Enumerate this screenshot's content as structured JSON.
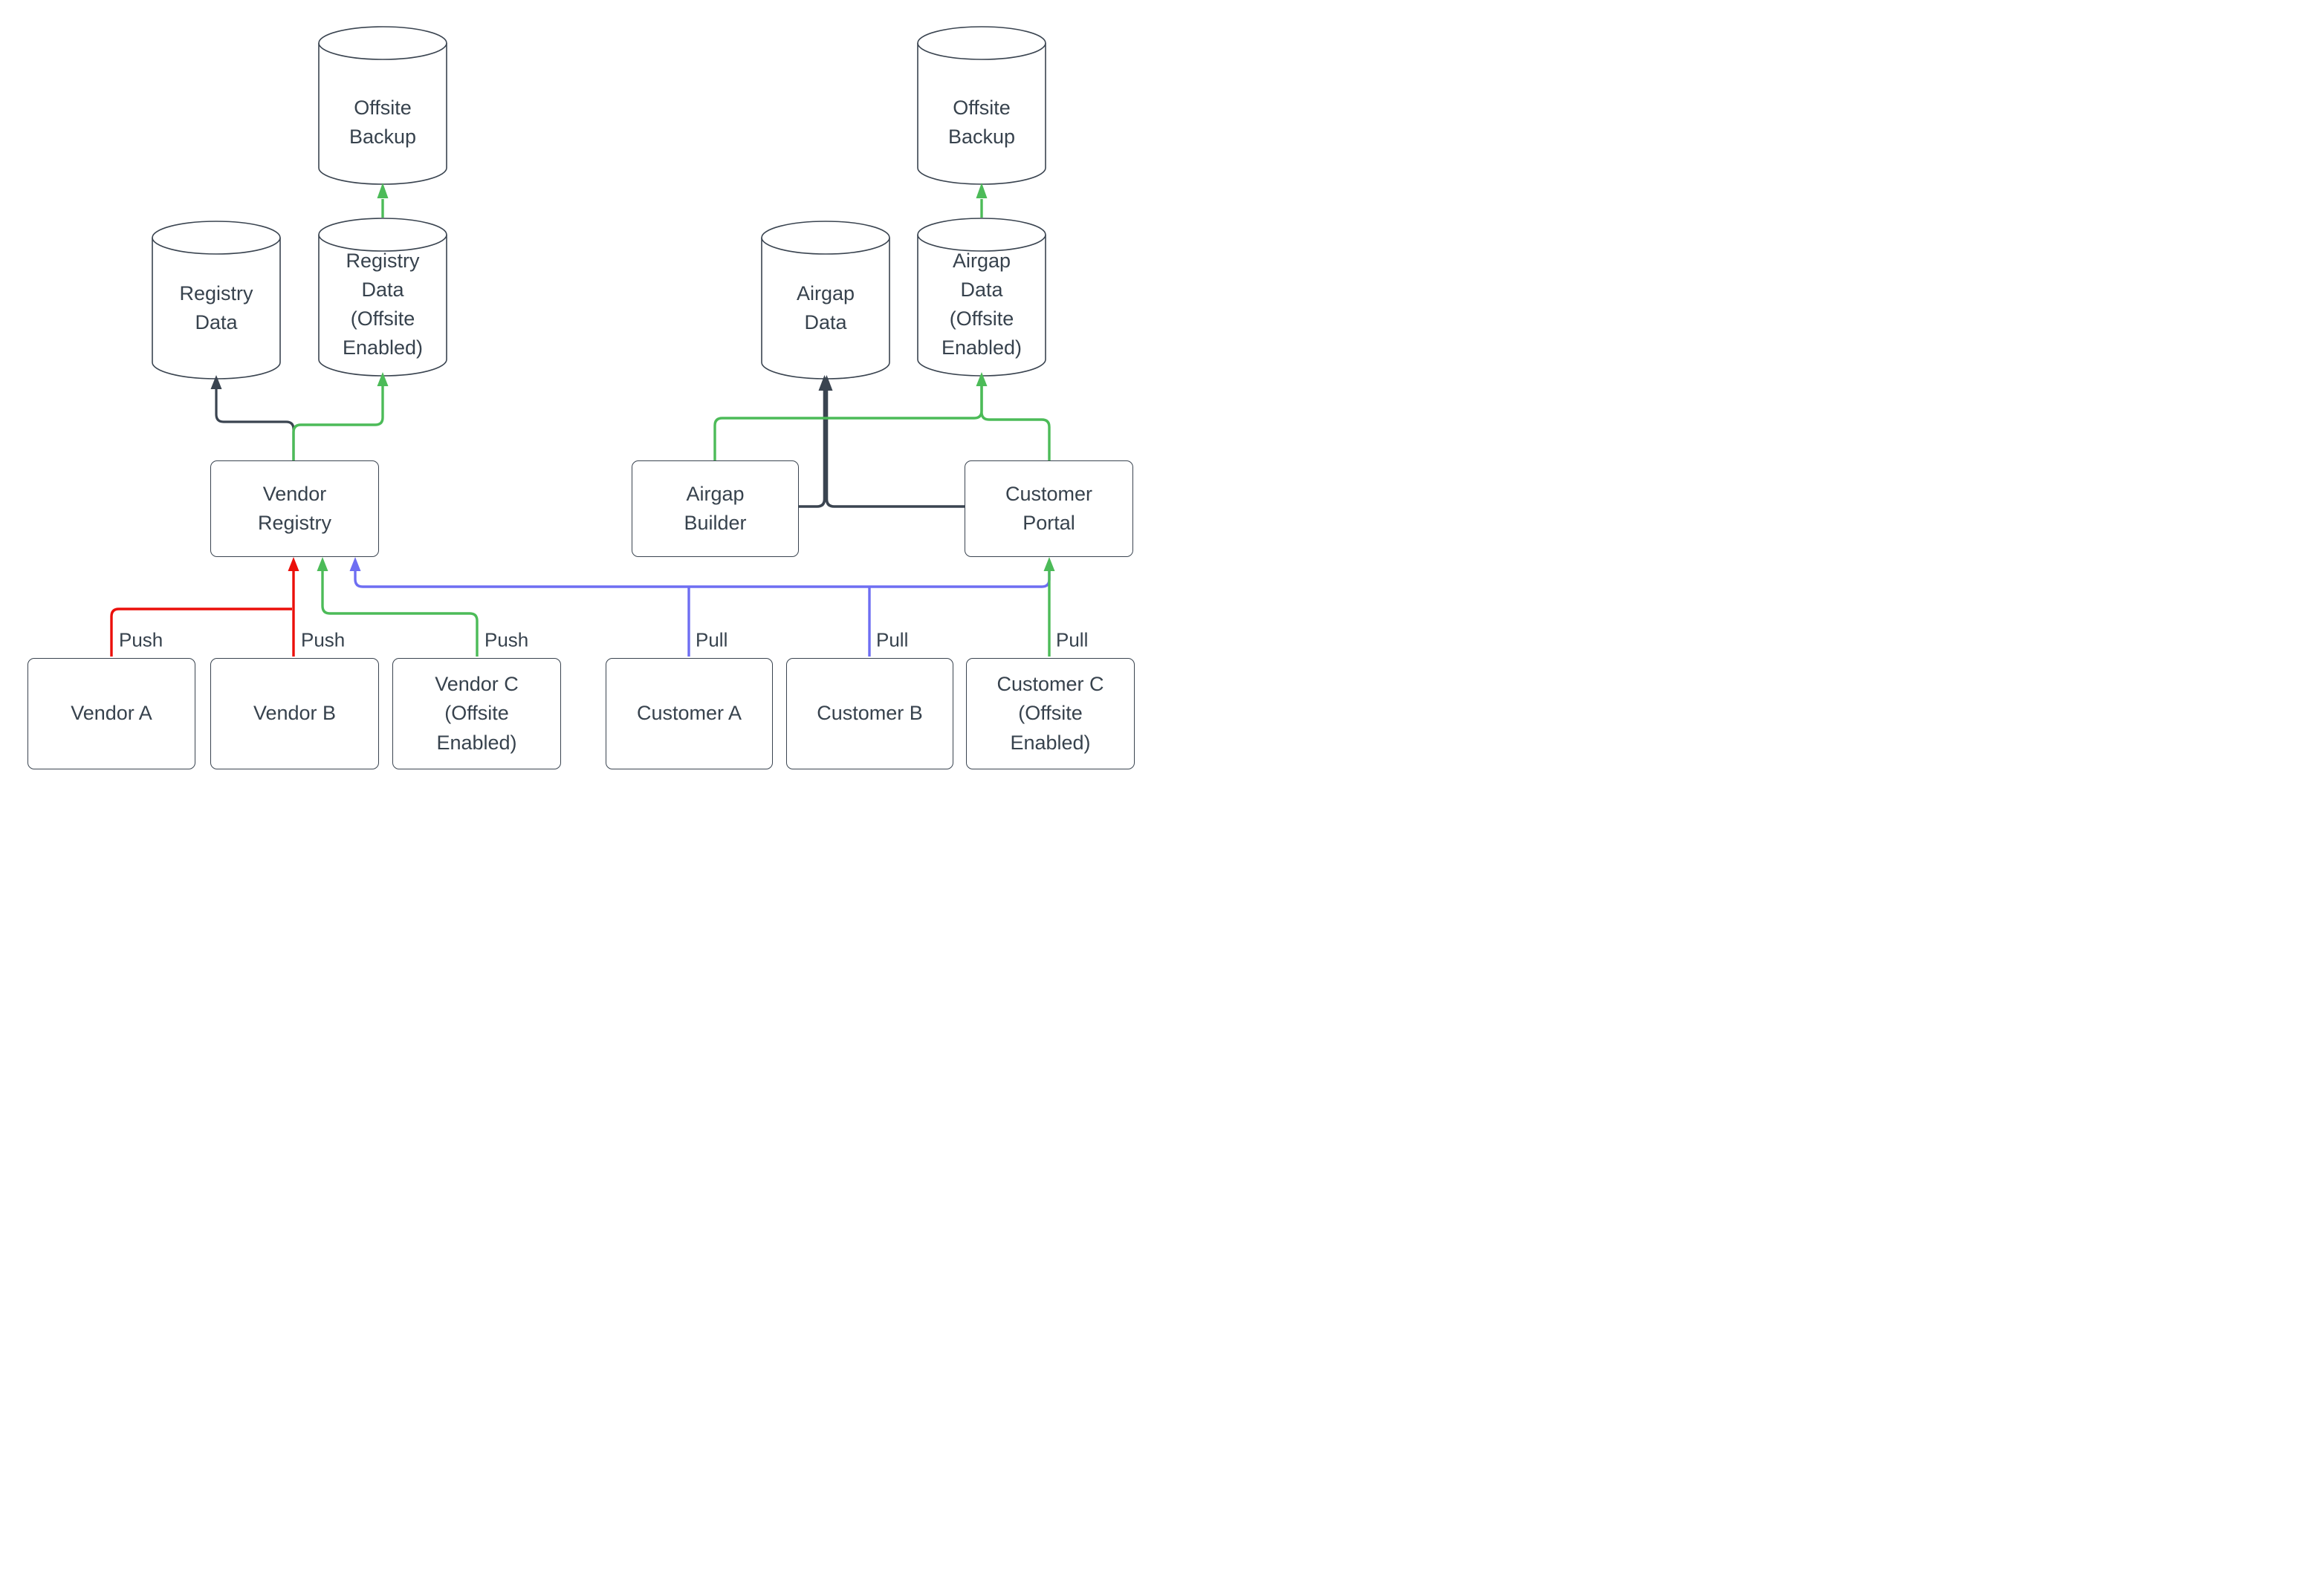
{
  "diagram": {
    "type": "flow-diagram",
    "colors": {
      "background": "#ffffff",
      "node_border": "#3a4450",
      "text": "#37424d",
      "edge_dark": "#3a4450",
      "edge_red": "#eb0f0a",
      "edge_green": "#4cbb58",
      "edge_blue": "#6e6ef2"
    },
    "nodes": {
      "offsite_backup_left": {
        "label": "Offsite\nBackup",
        "shape": "cylinder"
      },
      "registry_data": {
        "label": "Registry\nData",
        "shape": "cylinder"
      },
      "registry_data_offsite": {
        "label": "Registry\nData\n(Offsite\nEnabled)",
        "shape": "cylinder"
      },
      "airgap_data": {
        "label": "Airgap\nData",
        "shape": "cylinder"
      },
      "airgap_data_offsite": {
        "label": "Airgap\nData\n(Offsite\nEnabled)",
        "shape": "cylinder"
      },
      "offsite_backup_right": {
        "label": "Offsite\nBackup",
        "shape": "cylinder"
      },
      "vendor_registry": {
        "label": "Vendor\nRegistry",
        "shape": "rect"
      },
      "airgap_builder": {
        "label": "Airgap\nBuilder",
        "shape": "rect"
      },
      "customer_portal": {
        "label": "Customer\nPortal",
        "shape": "rect"
      },
      "vendor_a": {
        "label": "Vendor A",
        "shape": "rect"
      },
      "vendor_b": {
        "label": "Vendor B",
        "shape": "rect"
      },
      "vendor_c": {
        "label": "Vendor C\n(Offsite\nEnabled)",
        "shape": "rect"
      },
      "customer_a": {
        "label": "Customer A",
        "shape": "rect"
      },
      "customer_b": {
        "label": "Customer B",
        "shape": "rect"
      },
      "customer_c": {
        "label": "Customer C\n(Offsite\nEnabled)",
        "shape": "rect"
      }
    },
    "edge_labels": {
      "push_vendor_a": "Push",
      "push_vendor_b": "Push",
      "push_vendor_c": "Push",
      "pull_customer_a": "Pull",
      "pull_customer_b": "Pull",
      "pull_customer_c": "Pull"
    },
    "edges": [
      {
        "from": "vendor_registry",
        "to": "registry_data",
        "color": "dark",
        "label": ""
      },
      {
        "from": "vendor_registry",
        "to": "registry_data_offsite",
        "color": "green",
        "label": ""
      },
      {
        "from": "registry_data_offsite",
        "to": "offsite_backup_left",
        "color": "green",
        "label": ""
      },
      {
        "from": "vendor_a",
        "to": "vendor_registry",
        "color": "red",
        "label": "Push"
      },
      {
        "from": "vendor_b",
        "to": "vendor_registry",
        "color": "red",
        "label": "Push"
      },
      {
        "from": "vendor_c",
        "to": "vendor_registry",
        "color": "green",
        "label": "Push"
      },
      {
        "from": "customer_a",
        "to": "vendor_registry",
        "color": "blue",
        "label": "Pull"
      },
      {
        "from": "customer_b",
        "to": "vendor_registry",
        "color": "blue",
        "label": "Pull"
      },
      {
        "from": "customer_portal",
        "to": "vendor_registry",
        "color": "blue",
        "label": ""
      },
      {
        "from": "customer_c",
        "to": "customer_portal",
        "color": "green",
        "label": "Pull"
      },
      {
        "from": "airgap_builder",
        "to": "airgap_data",
        "color": "dark",
        "label": ""
      },
      {
        "from": "customer_portal",
        "to": "airgap_data",
        "color": "dark",
        "label": ""
      },
      {
        "from": "airgap_builder",
        "to": "airgap_data_offsite",
        "color": "green",
        "label": ""
      },
      {
        "from": "customer_portal",
        "to": "airgap_data_offsite",
        "color": "green",
        "label": ""
      },
      {
        "from": "airgap_data_offsite",
        "to": "offsite_backup_right",
        "color": "green",
        "label": ""
      }
    ]
  }
}
